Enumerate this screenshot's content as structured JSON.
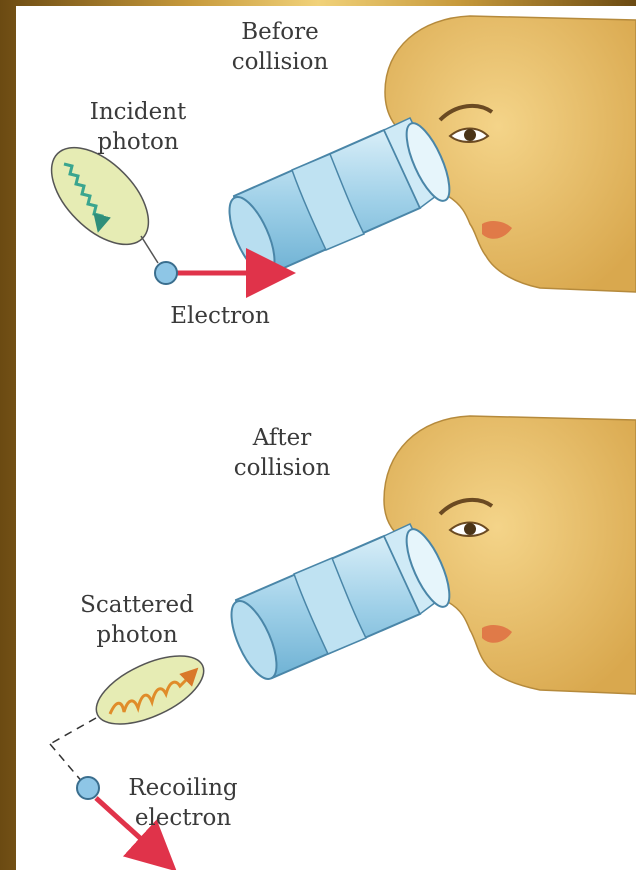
{
  "labels": {
    "before_collision": "Before\ncollision",
    "incident_photon": "Incident\nphoton",
    "electron": "Electron",
    "after_collision": "After\ncollision",
    "scattered_photon": "Scattered\nphoton",
    "recoiling_electron": "Recoiling\nelectron"
  },
  "colors": {
    "frame_gold": "#c79a3c",
    "skin": "#e8c070",
    "microscope_blue": "#a9d6ec",
    "electron_blue": "#8ec6e6",
    "arrow_red": "#e0334a",
    "photon_ellipse": "#e6ecb4",
    "incident_wave": "#3aa58f",
    "scattered_wave": "#e08c2a"
  },
  "icons": [
    "eye-face-icon",
    "microscope-icon",
    "photon-wave-icon",
    "electron-icon",
    "velocity-arrow-icon"
  ]
}
